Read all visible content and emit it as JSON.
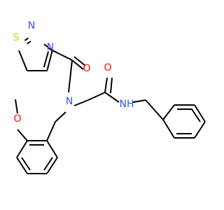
{
  "molecule": {
    "atoms": [
      {
        "id": "s-thiadiazole",
        "element": "S",
        "label": "S",
        "color": "#CCCC00"
      },
      {
        "id": "n2-thiadiazole",
        "element": "N",
        "label": "N",
        "color": "#3050F8"
      },
      {
        "id": "n3-thiadiazole",
        "element": "N",
        "label": "N",
        "color": "#3050F8"
      },
      {
        "id": "o-carbonyl-1",
        "element": "O",
        "label": "O",
        "color": "#FF0D0D"
      },
      {
        "id": "n-amide-tertiary",
        "element": "N",
        "label": "N",
        "color": "#3050F8"
      },
      {
        "id": "o-carbonyl-2",
        "element": "O",
        "label": "O",
        "color": "#FF0D0D"
      },
      {
        "id": "nh-amide",
        "element": "N",
        "label": "NH",
        "color": "#3050F8"
      },
      {
        "id": "o-methoxy",
        "element": "O",
        "label": "O",
        "color": "#FF0D0D"
      }
    ],
    "bond_color": "#000000",
    "background": "#ffffff"
  }
}
